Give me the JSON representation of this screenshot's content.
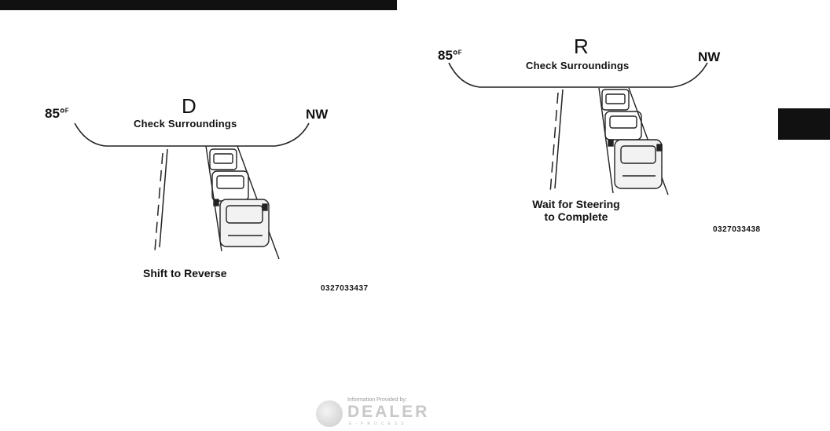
{
  "left_figure": {
    "gear": "D",
    "message": "Check Surroundings",
    "temperature": "85°",
    "temperature_unit": "F",
    "compass": "NW",
    "caption": "Shift to Reverse",
    "figure_id": "0327033437"
  },
  "right_figure": {
    "gear": "R",
    "message": "Check Surroundings",
    "temperature": "85°",
    "temperature_unit": "F",
    "compass": "NW",
    "caption_line1": "Wait for Steering",
    "caption_line2": "to Complete",
    "figure_id": "0327033438"
  },
  "watermark": {
    "small_text": "Information Provided by:",
    "brand": "DEALER",
    "sub": "E-PROCESS"
  },
  "colors": {
    "ink": "#111111",
    "watermark": "#c8c8c8"
  }
}
